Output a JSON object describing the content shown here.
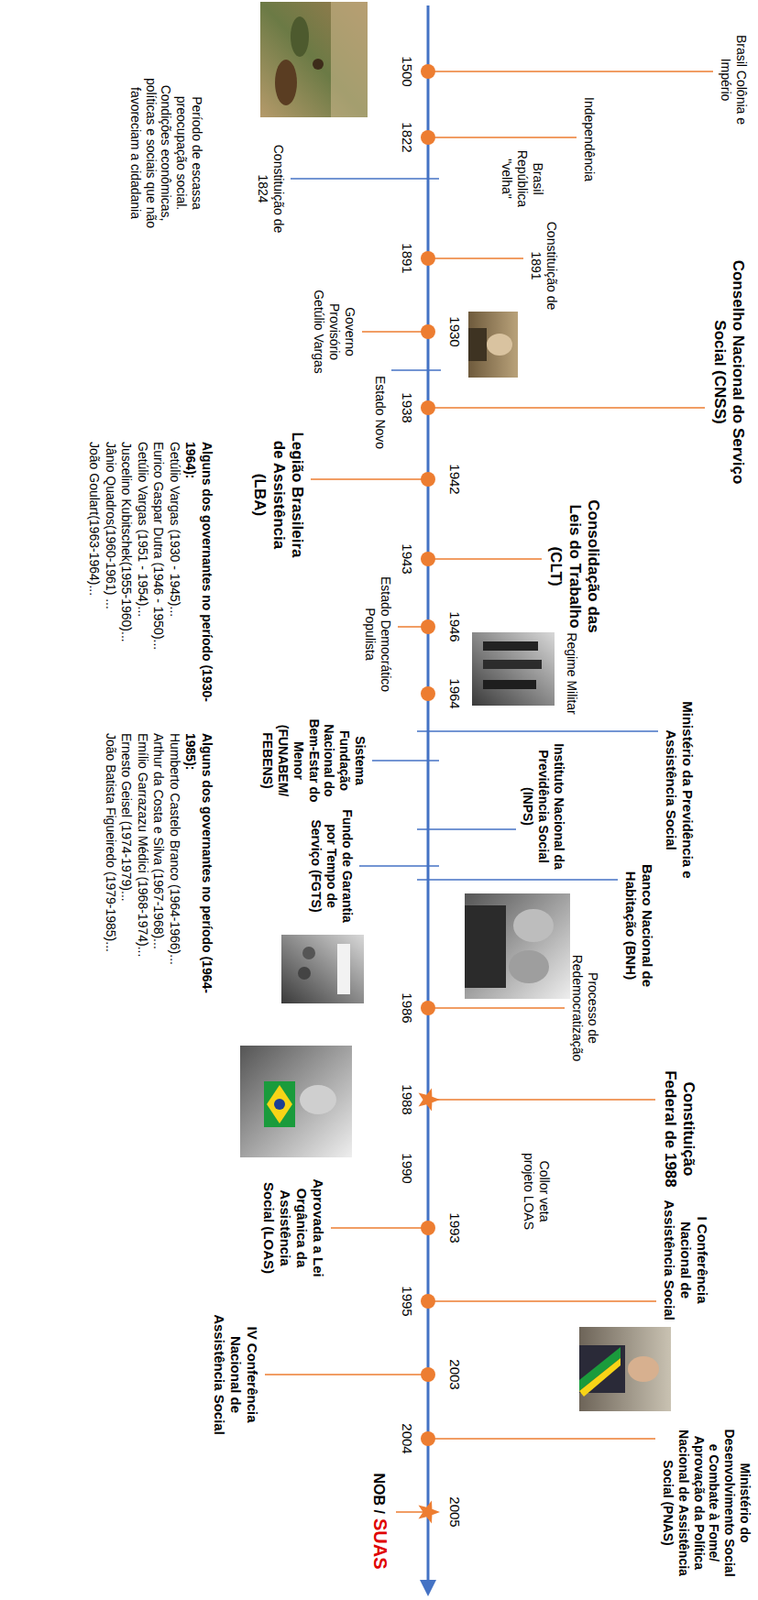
{
  "diagram": {
    "labels": [
      "Brasil Colônia e Império",
      "1500",
      "Independência",
      "1822",
      "Constituição de 1824",
      "Período de escassa preocupação social. Condições econômicas, políticas e sociais que não favoreciam a cidadania",
      "Brasil República \"velha\"",
      "Constituição de 1891",
      "1891",
      "1930",
      "Governo Provisório Getúlio Vargas",
      "Estado Novo",
      "Conselho Nacional do Serviço Social (CNSS)",
      "1938",
      "1942",
      "Legião Brasileira de Assistência (LBA)",
      "1943",
      "Consolidação das Leis do Trabalho (CLT)",
      "1946",
      "Estado Democrático Populista",
      "Alguns dos governantes no período (1930-1964):",
      "Getúlio Vargas (1930 - 1945)...",
      "Eurico Gaspar Dutra (1946 - 1950)...",
      "Getúlio Vargas (1951 - 1954)...",
      "Juscelino Kubitschek(1955-1960)...",
      "Jânio Quadros(1960-1961) ...",
      "João Goulart(1963-1964)...",
      "1964",
      "Regime Militar",
      "Ministério da Previdência e Assistência Social",
      "Sistema Fundação Nacional do Bem-Estar do Menor (FUNABEM/ FEBENS)",
      "Instituto Nacional da Previdência Social (INPS)",
      "Fundo de Garantia por Tempo de Serviço (FGTS)",
      "Banco Nacional de Habitação (BNH)",
      "Alguns dos governantes no período (1964-1985):",
      "Humberto Castelo Branco (1964-1966)...",
      "Arthur da Costa e Silva (1967-1968)...",
      "Emílio Garrazazu Médici (1968-1974)...",
      "Ernesto Geisel (1974-1979)...",
      "João Batista Figueiredo (1979-1985)...",
      "1986",
      "Processo de Redemocratização",
      "1988",
      "Constituição Federal de 1988",
      "1990",
      "Collor veta projeto LOAS",
      "1993",
      "Aprovada a Lei Orgânica da Assistência Social (LOAS)",
      "1995",
      "I Conferência Nacional de Assistência Social",
      "2003",
      "IV Conferência Nacional de Assistência Social",
      "2004",
      "Ministério do Desenvolvimento Social e Combate à Fome/ Aprovação da Política Nacional de Assistência Social (PNAS)",
      "2005",
      "NOB /",
      "SUAS"
    ]
  }
}
